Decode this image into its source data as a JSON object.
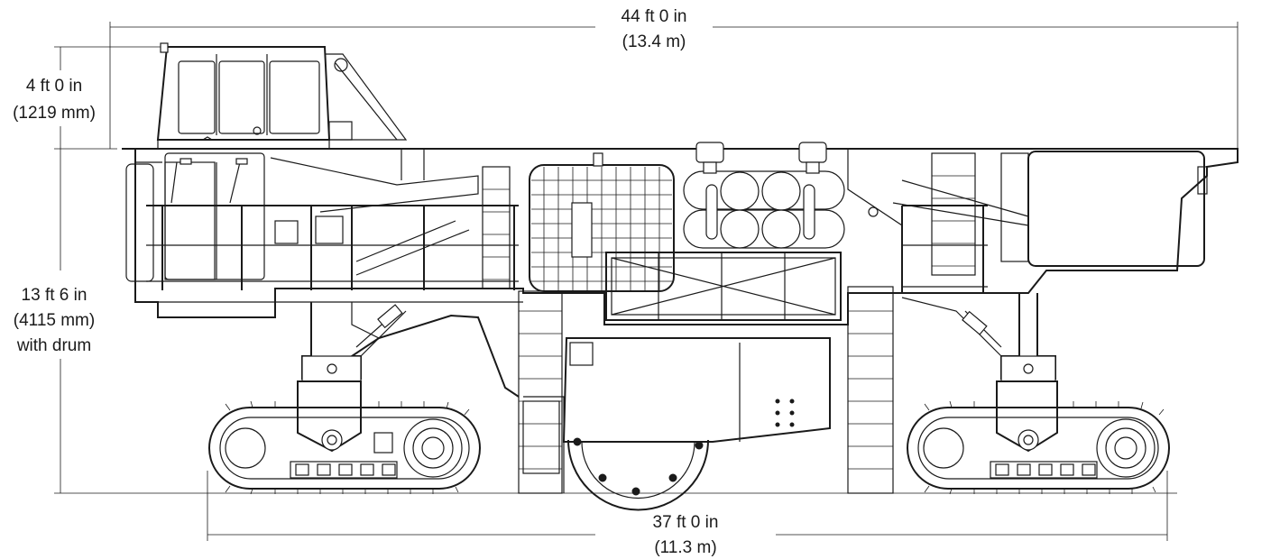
{
  "dimensions": {
    "overall_length": {
      "imperial": "44 ft 0 in",
      "metric": "(13.4 m)"
    },
    "cab_height": {
      "imperial": "4 ft 0 in",
      "metric": "(1219 mm)"
    },
    "height_with_drum": {
      "imperial": "13 ft 6 in",
      "metric": "(4115 mm)",
      "note": "with drum"
    },
    "track_length": {
      "imperial": "37 ft 0 in",
      "metric": "(11.3 m)"
    }
  }
}
